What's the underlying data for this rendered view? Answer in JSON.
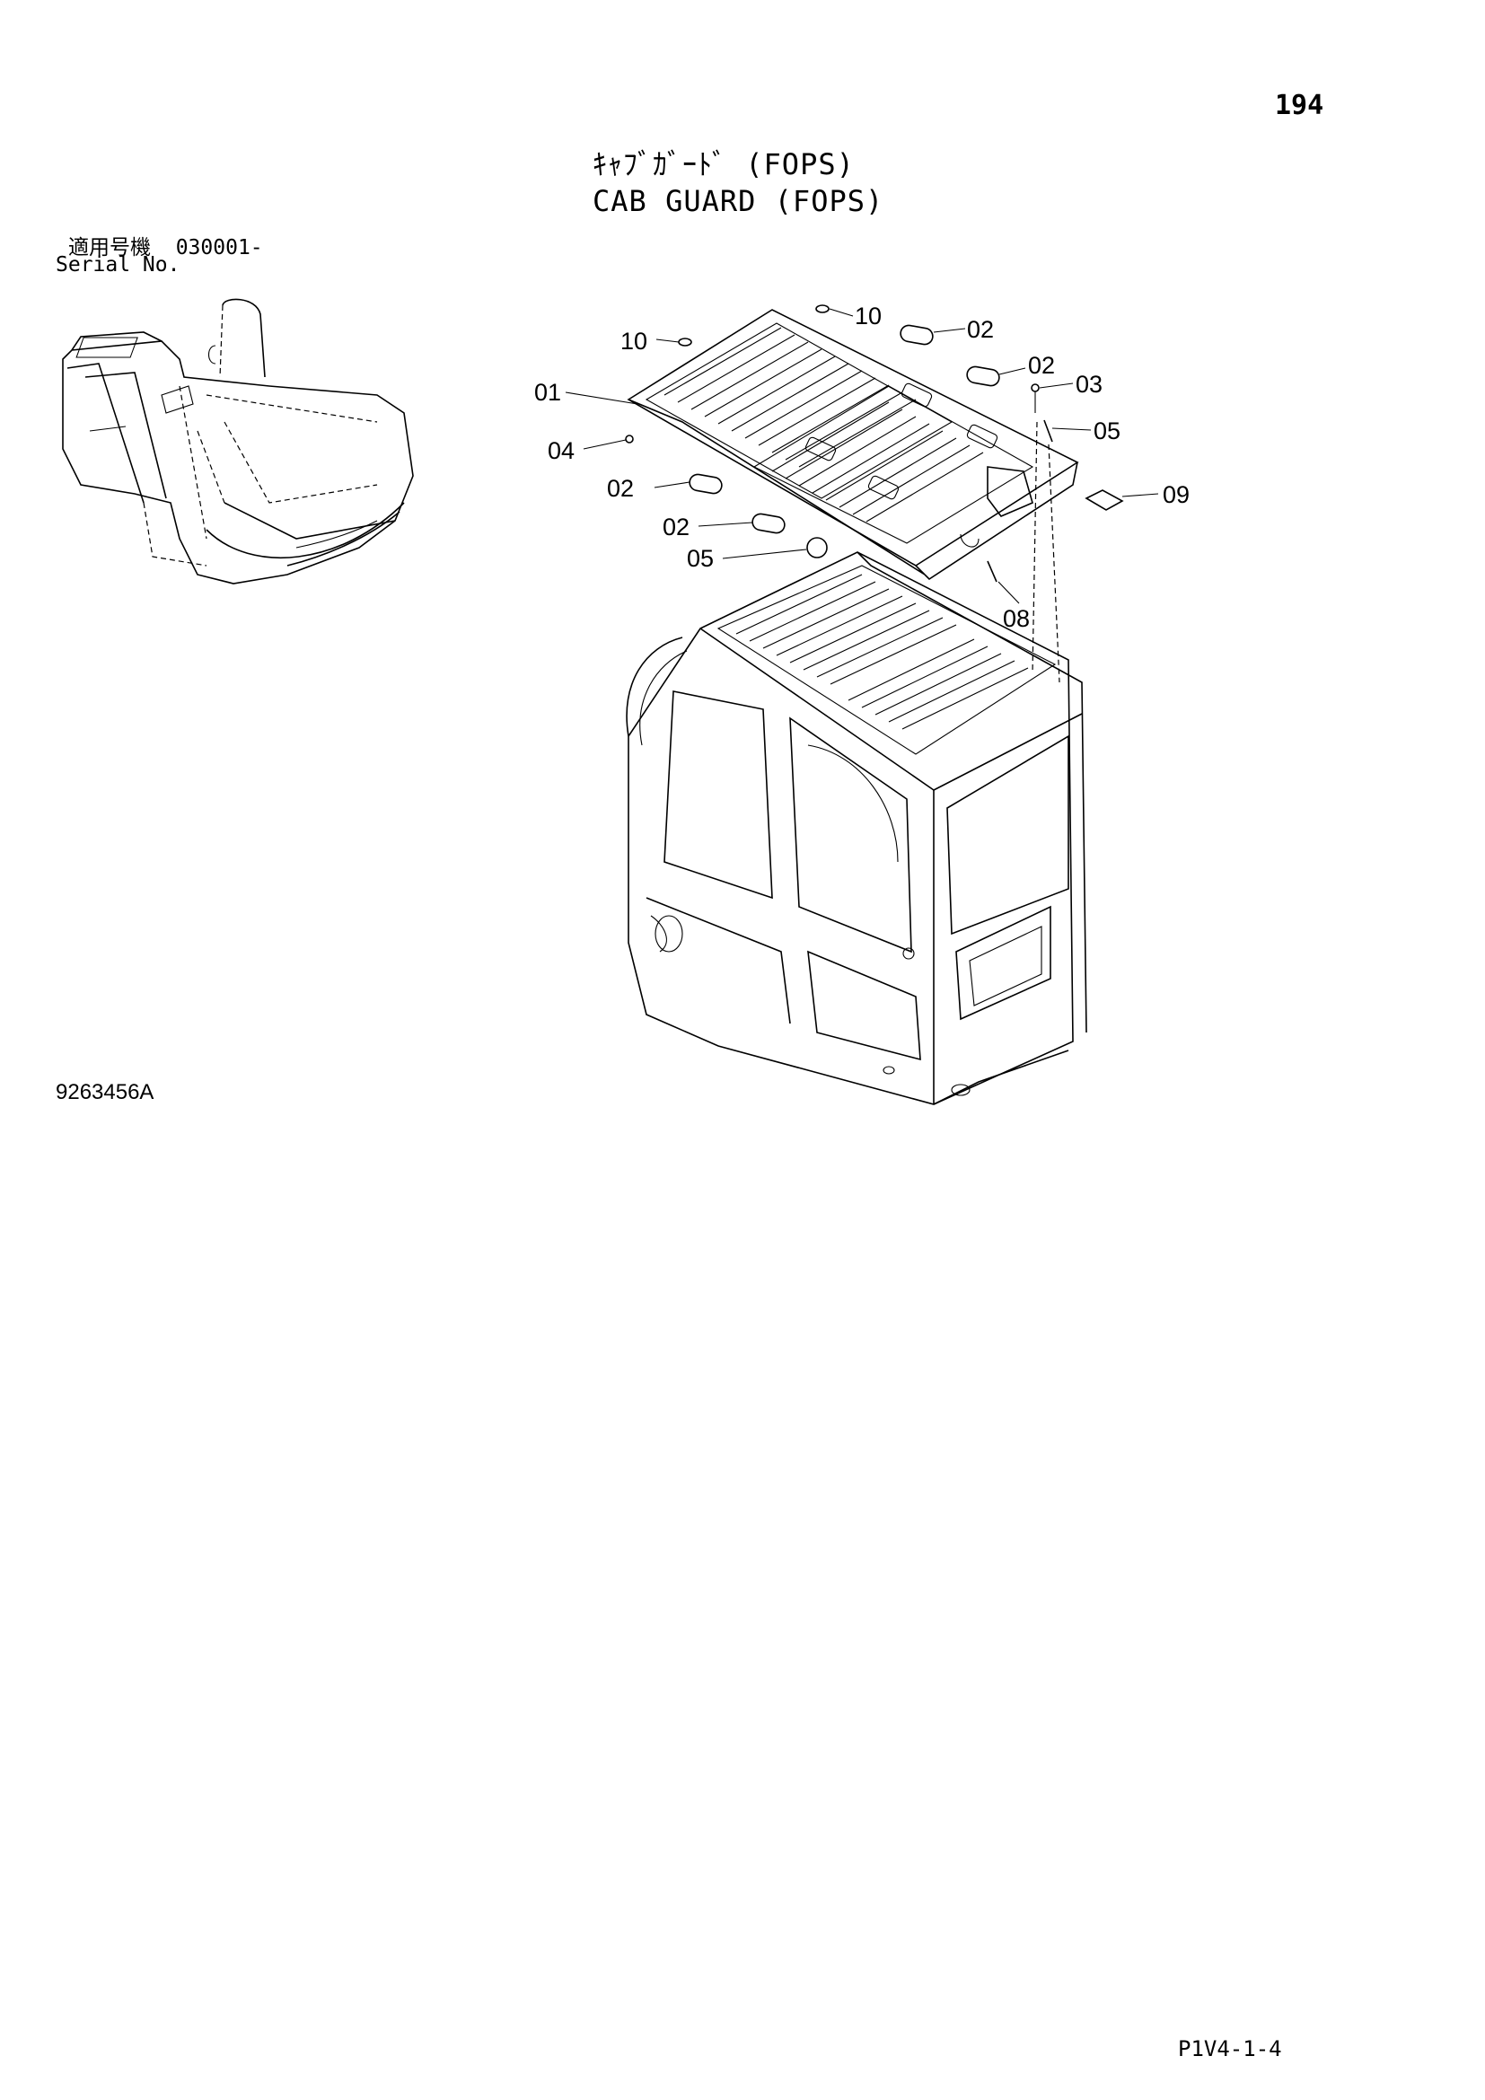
{
  "header": {
    "page_number": "194",
    "title_jp": "ｷｬﾌﾞｶﾞｰﾄﾞ (FOPS)",
    "title_en": "CAB GUARD (FOPS)",
    "serial_label_jp": "適用号機",
    "serial_value": "030001-",
    "serial_label_en": "Serial No."
  },
  "callouts": [
    {
      "label": "10"
    },
    {
      "label": "10"
    },
    {
      "label": "02"
    },
    {
      "label": "02"
    },
    {
      "label": "03"
    },
    {
      "label": "01"
    },
    {
      "label": "05"
    },
    {
      "label": "04"
    },
    {
      "label": "09"
    },
    {
      "label": "02"
    },
    {
      "label": "02"
    },
    {
      "label": "05"
    },
    {
      "label": "08"
    }
  ],
  "footer": {
    "drawing_number": "9263456A",
    "page_code": "P1V4-1-4"
  }
}
